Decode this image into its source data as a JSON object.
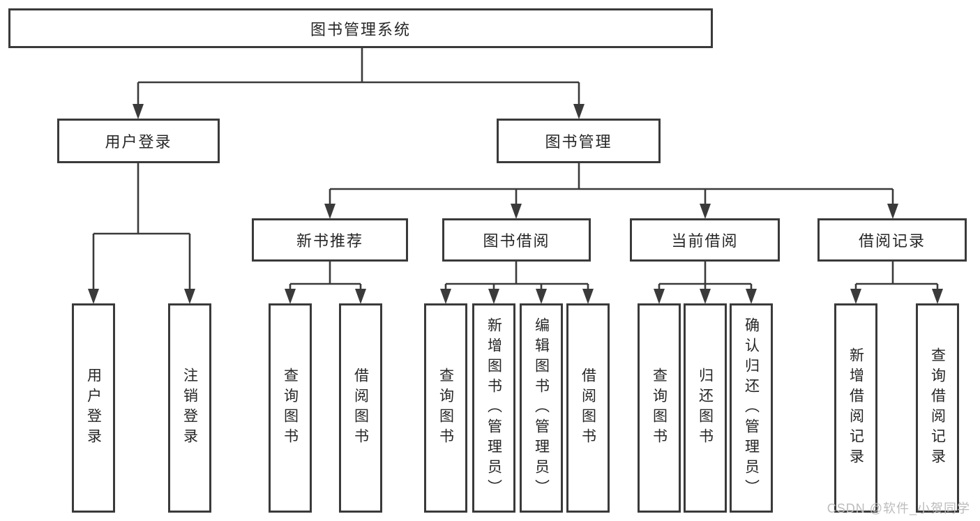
{
  "colors": {
    "background": "#ffffff",
    "line": "#3a3a3a",
    "box_border": "#3a3a3a",
    "box_fill": "#ffffff",
    "text": "#262626",
    "watermark": "#bcbcbc"
  },
  "watermark": {
    "text": "CSDN @软件_小贺同学"
  },
  "diagram": {
    "root": {
      "label": "图书管理系统"
    },
    "groups": [
      {
        "label": "用户登录",
        "children": [
          {
            "label": "用户登录"
          },
          {
            "label": "注销登录"
          }
        ]
      },
      {
        "label": "图书管理",
        "sections": [
          {
            "label": "新书推荐",
            "children": [
              {
                "label": "查询图书"
              },
              {
                "label": "借阅图书"
              }
            ]
          },
          {
            "label": "图书借阅",
            "children": [
              {
                "label": "查询图书"
              },
              {
                "label": "新增图书（管理员）"
              },
              {
                "label": "编辑图书（管理员）"
              },
              {
                "label": "借阅图书"
              }
            ]
          },
          {
            "label": "当前借阅",
            "children": [
              {
                "label": "查询图书"
              },
              {
                "label": "归还图书"
              },
              {
                "label": "确认归还（管理员）"
              }
            ]
          },
          {
            "label": "借阅记录",
            "children": [
              {
                "label": "新增借阅记录"
              },
              {
                "label": "查询借阅记录"
              }
            ]
          }
        ]
      }
    ]
  }
}
